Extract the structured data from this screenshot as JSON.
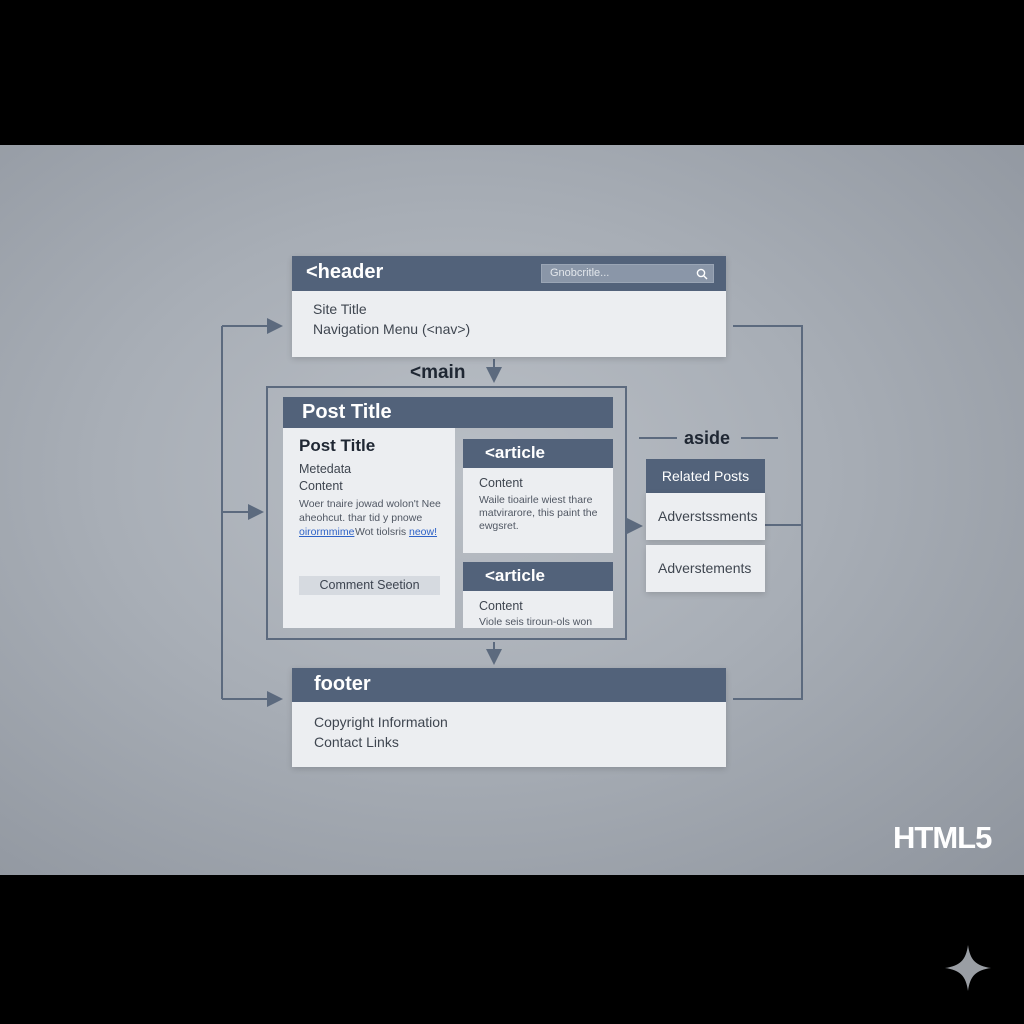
{
  "header": {
    "tag": "<header",
    "search_placeholder": "Gnobcritle...",
    "lines": [
      "Site Title",
      "Navigation Menu (<nav>)"
    ]
  },
  "main": {
    "tag": "<main",
    "post_bar_title": "Post Title",
    "post": {
      "title": "Post Title",
      "metadata": "Metedata",
      "content_label": "Content",
      "text_lines": [
        "Woer tnaire jowad wolon't Nee",
        "aheohcut. thar tid y pnowe"
      ],
      "link_text": "oirormmime",
      "link_tail_text": "Wot tiolsris",
      "link_text_2": "neow!",
      "comment_section": "Comment Seetion"
    },
    "articles": [
      {
        "tag": "<article",
        "content_label": "Content",
        "text_lines": [
          "Waile tioairle wiest thare",
          "matvirarore, this paint the",
          "ewgsret."
        ]
      },
      {
        "tag": "<article",
        "content_label": "Content",
        "text_lines": [
          "Viole seis tiroun-ols won"
        ]
      }
    ]
  },
  "aside": {
    "label": "aside",
    "head": "Related Posts",
    "cards": [
      "Adverstssments",
      "Adverstements"
    ]
  },
  "footer": {
    "tag": "footer",
    "lines": [
      "Copyright Information",
      "Contact Links"
    ]
  },
  "watermark": "HTML5",
  "colors": {
    "bar": "#52627a",
    "panel": "#eceef1",
    "connector": "#5c6a7e",
    "link": "#2f63c7"
  }
}
